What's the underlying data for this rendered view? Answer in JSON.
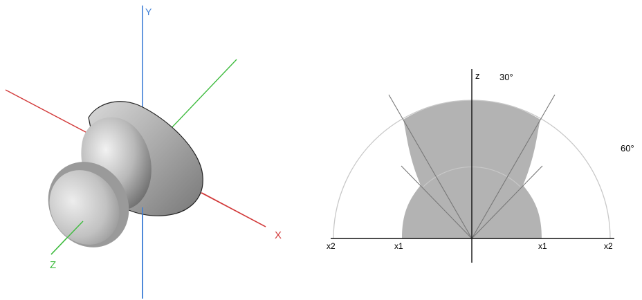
{
  "left_view": {
    "axes": {
      "y_label": "Y",
      "x_label": "X",
      "z_label": "Z"
    },
    "colors": {
      "x_axis": "#d23a3a",
      "y_axis": "#3f7fd6",
      "z_axis": "#3dbb3d"
    }
  },
  "right_view": {
    "z_label": "z",
    "angle_labels": [
      "30°",
      "60°"
    ],
    "ticks": {
      "left_outer": "x2",
      "left_inner": "x1",
      "right_inner": "x1",
      "right_outer": "x2"
    },
    "colors": {
      "profile_fill": "#b3b3b3",
      "arc": "#c8c8c8",
      "axis": "#111111"
    }
  }
}
